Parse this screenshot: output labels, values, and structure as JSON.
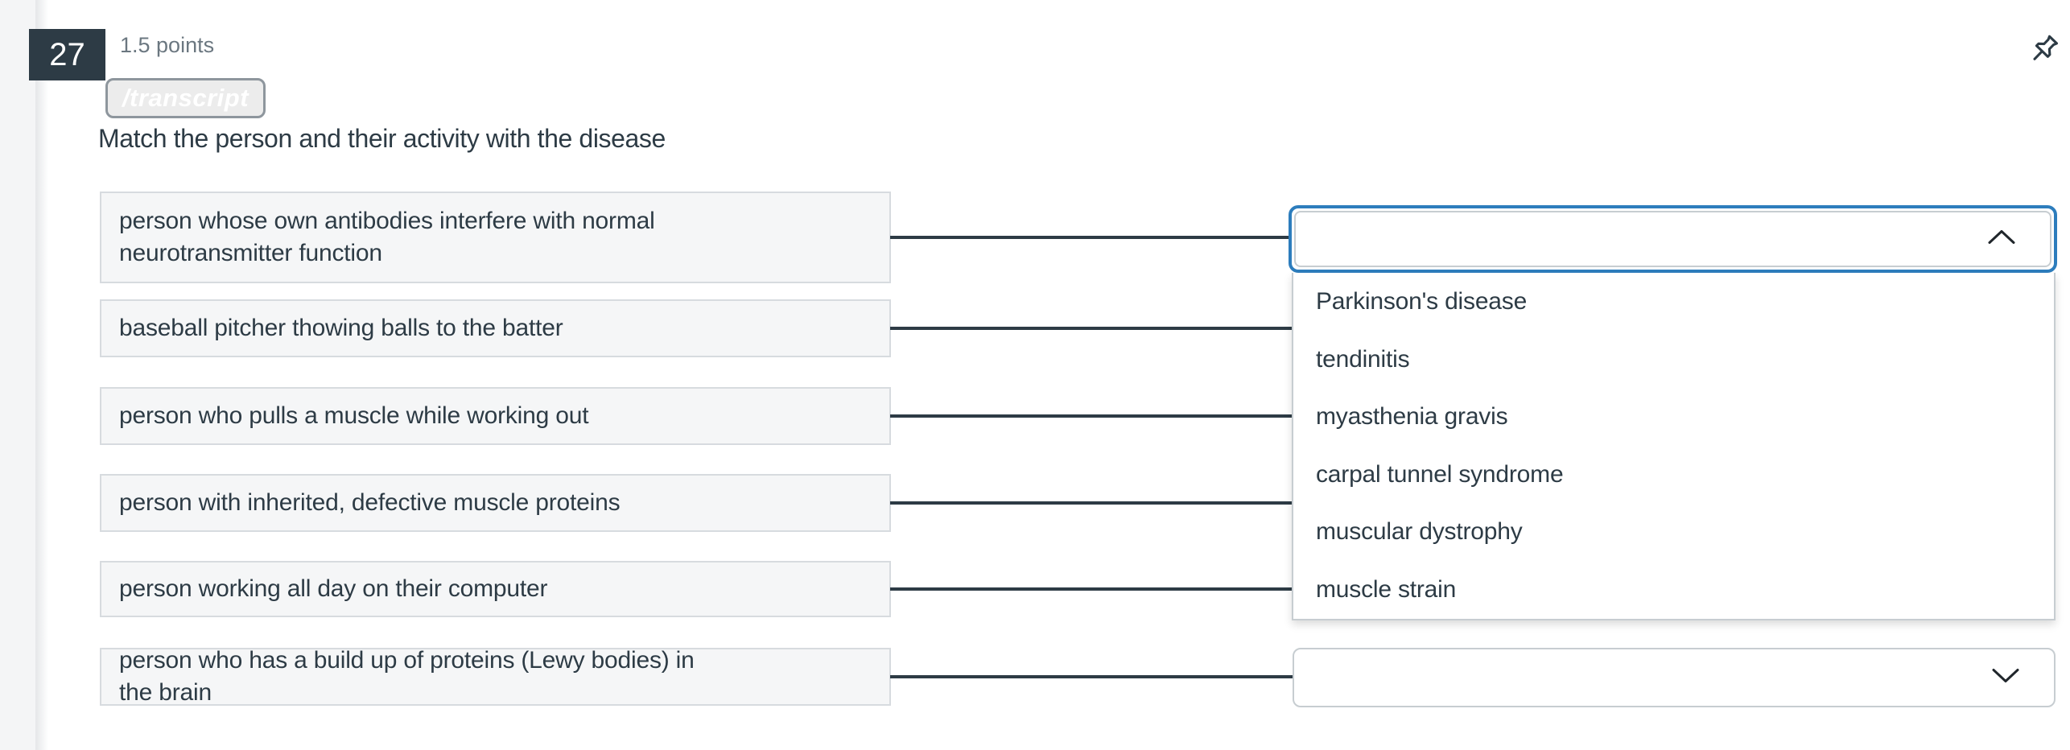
{
  "question": {
    "number": "27",
    "points_label": "1.5 points",
    "transcript_chip_label": "/transcript",
    "prompt_title": "Match the person and their activity with the disease"
  },
  "match": {
    "prompts": [
      "person whose own antibodies interfere with normal neurotransmitter function",
      "baseball pitcher thowing balls to the batter",
      "person who pulls a muscle while working out",
      "person with inherited, defective muscle proteins",
      "person working all day on their computer",
      "person who has a build up of proteins (Lewy bodies) in the brain"
    ],
    "dropdown_open": {
      "row_index": 0,
      "selected_value": "",
      "options": [
        "Parkinson's disease",
        "tendinitis",
        "myasthenia gravis",
        "carpal tunnel syndrome",
        "muscular dystrophy",
        "muscle strain"
      ]
    },
    "dropdown_closed": {
      "row_index": 5,
      "selected_value": ""
    }
  },
  "icons": {
    "pin": "pushpin-icon",
    "chevron_up": "chevron-up-icon",
    "chevron_down": "chevron-down-icon"
  },
  "colors": {
    "brand_navy": "#2d3b45",
    "focus_blue": "#2d7dbd",
    "border_gray": "#c7cdd1",
    "box_fill": "#f5f6f7",
    "muted_text": "#6b7780"
  }
}
